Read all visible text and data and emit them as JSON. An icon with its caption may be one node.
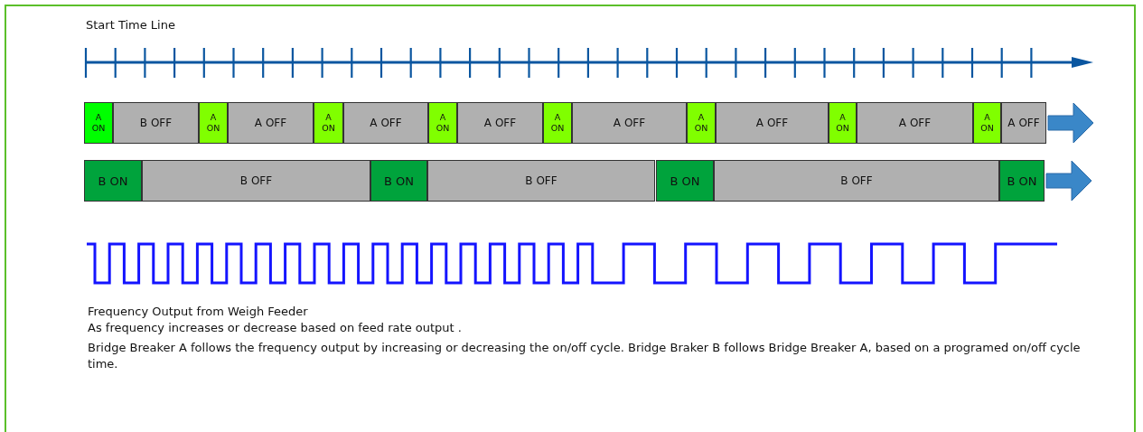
{
  "diagram": {
    "nodes": [
      {
        "text": [
          "A ON"
        ]
      },
      {
        "text": [
          "B OFF"
        ]
      },
      {
        "text": [
          "A ON"
        ]
      },
      {
        "text": [
          "A OFF"
        ]
      },
      {
        "text": [
          "A ON"
        ]
      },
      {
        "text": [
          "A OFF"
        ]
      },
      {
        "text": [
          "A ON"
        ]
      },
      {
        "text": [
          "A OFF"
        ]
      },
      {
        "text": [
          "A ON"
        ]
      },
      {
        "text": [
          "A OFF"
        ]
      },
      {
        "text": [
          "A ON"
        ]
      },
      {
        "text": [
          "A OFF"
        ]
      },
      {
        "text": [
          "A ON"
        ]
      },
      {
        "text": [
          "A OFF"
        ]
      },
      {
        "text": [
          "A ON"
        ]
      },
      {
        "text": [
          "A OFF"
        ]
      },
      {
        "text": [
          "B ON"
        ]
      },
      {
        "text": [
          "B OFF"
        ]
      },
      {
        "text": [
          "B ON"
        ]
      },
      {
        "text": [
          "B OFF"
        ]
      },
      {
        "text": [
          "B ON"
        ]
      },
      {
        "text": [
          "B OFF"
        ]
      },
      {
        "text": [
          "B ON"
        ]
      }
    ],
    "edges": [],
    "labels": [
      "Start Time Line",
      "Frequency Output from Weigh Feeder",
      "As frequency increases or decrease based on feed rate output .",
      "Bridge Breaker A follows the frequency output by increasing or decreasing the on/off cycle. Bridge Braker B follows Bridge Breaker A, based on a programed on/off cycle time."
    ]
  }
}
